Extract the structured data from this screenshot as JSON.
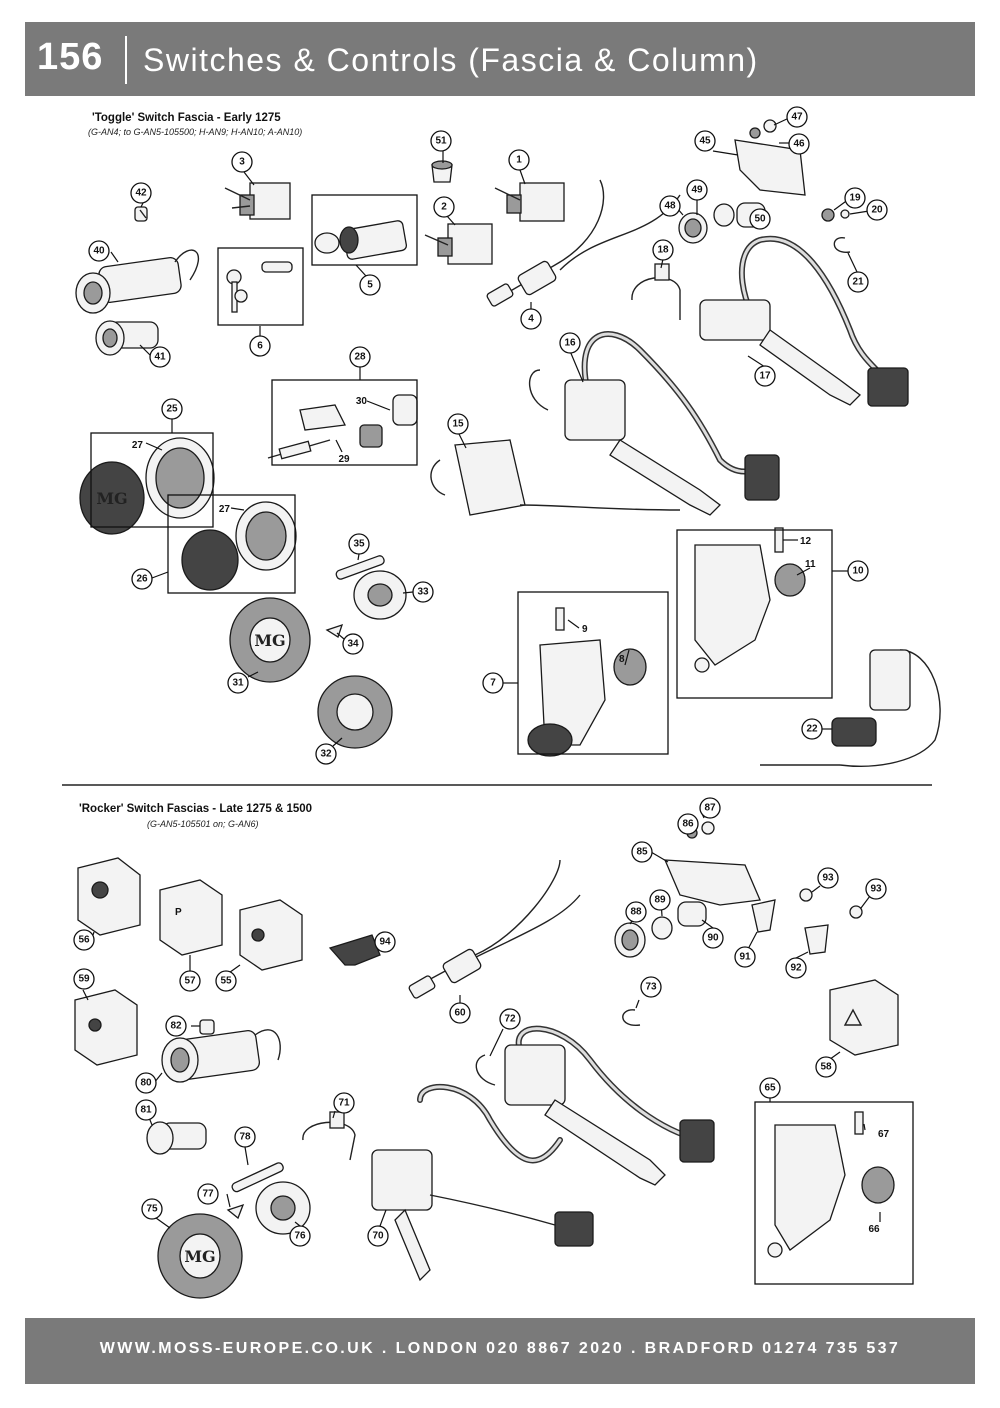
{
  "header": {
    "page_number": "156",
    "title": "Switches & Controls (Fascia & Column)"
  },
  "sections": {
    "toggle": {
      "title": "'Toggle' Switch Fascia - Early 1275",
      "subtitle": "(G-AN4; to G-AN5-105500; H-AN9; H-AN10; A-AN10)"
    },
    "rocker": {
      "title": "'Rocker' Switch Fascias - Late 1275 & 1500",
      "subtitle": "(G-AN5-105501 on; G-AN6)"
    }
  },
  "footer": {
    "text": "WWW.MOSS-EUROPE.CO.UK . LONDON 020 8867 2020 . BRADFORD 01274 735 537"
  },
  "badge_text": "MG",
  "part_numbers": [
    "1",
    "2",
    "3",
    "4",
    "5",
    "6",
    "7",
    "8",
    "9",
    "10",
    "11",
    "12",
    "15",
    "16",
    "17",
    "18",
    "19",
    "20",
    "21",
    "22",
    "25",
    "26",
    "27",
    "27",
    "28",
    "29",
    "30",
    "31",
    "32",
    "33",
    "34",
    "35",
    "40",
    "41",
    "42",
    "45",
    "46",
    "47",
    "48",
    "49",
    "50",
    "51",
    "55",
    "56",
    "57",
    "58",
    "59",
    "60",
    "65",
    "66",
    "67",
    "70",
    "71",
    "72",
    "73",
    "75",
    "76",
    "77",
    "78",
    "80",
    "81",
    "82",
    "85",
    "86",
    "87",
    "88",
    "89",
    "90",
    "91",
    "92",
    "93",
    "93",
    "94"
  ],
  "colors": {
    "band": "#7a7a7a",
    "band_text": "#ffffff",
    "line": "#111111"
  }
}
